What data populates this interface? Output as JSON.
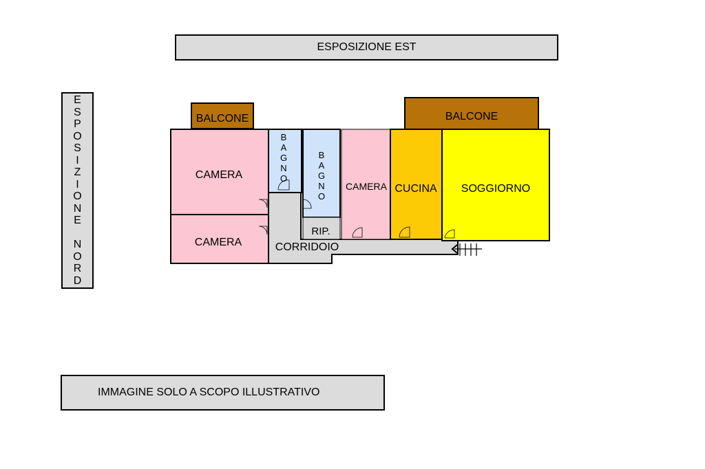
{
  "banners": {
    "east": "ESPOSIZIONE EST",
    "north": "ESPOSIZIONE NORD",
    "note": "IMMAGINE SOLO A SCOPO ILLUSTRATIVO"
  },
  "rooms": {
    "balcone_left": "BALCONE",
    "balcone_right": "BALCONE",
    "camera_top": "CAMERA",
    "camera_bottom": "CAMERA",
    "bagno_1": "BAGNO",
    "bagno_2": "BAGNO",
    "camera_mid": "CAMERA",
    "cucina": "CUCINA",
    "soggiorno": "SOGGIORNO",
    "ripostiglio": "RIP.",
    "corridoio": "CORRIDOIO"
  },
  "colors": {
    "camera": "#fcc6d3",
    "bagno": "#cfe4fb",
    "cucina": "#fdcb05",
    "soggiorno": "#ffff00",
    "balcone": "#b7720a",
    "corridoio": "#d9d9d9",
    "banner": "#dcdcdc"
  }
}
